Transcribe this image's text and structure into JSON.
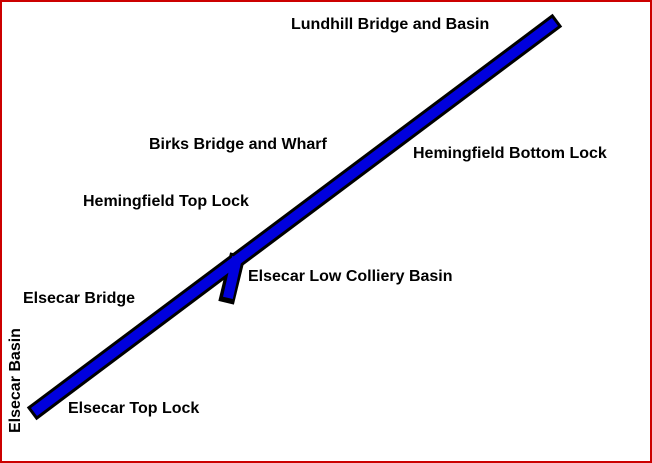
{
  "diagram": {
    "title": "Elsecar branch canal route diagram",
    "labels": [
      {
        "id": "lundhill-bridge-and-basin",
        "text": "Lundhill Bridge and Basin"
      },
      {
        "id": "birks-bridge-and-wharf",
        "text": "Birks Bridge and Wharf"
      },
      {
        "id": "hemingfield-bottom-lock",
        "text": "Hemingfield Bottom Lock"
      },
      {
        "id": "hemingfield-top-lock",
        "text": "Hemingfield Top Lock"
      },
      {
        "id": "elsecar-low-colliery-basin",
        "text": "Elsecar Low Colliery Basin"
      },
      {
        "id": "elsecar-bridge",
        "text": "Elsecar Bridge"
      },
      {
        "id": "elsecar-basin",
        "text": "Elsecar Basin"
      },
      {
        "id": "elsecar-top-lock",
        "text": "Elsecar Top Lock"
      }
    ],
    "colors": {
      "canal_fill": "#0000dd",
      "canal_outline": "#000000",
      "border": "#cc0000",
      "background": "#ffffff"
    }
  }
}
